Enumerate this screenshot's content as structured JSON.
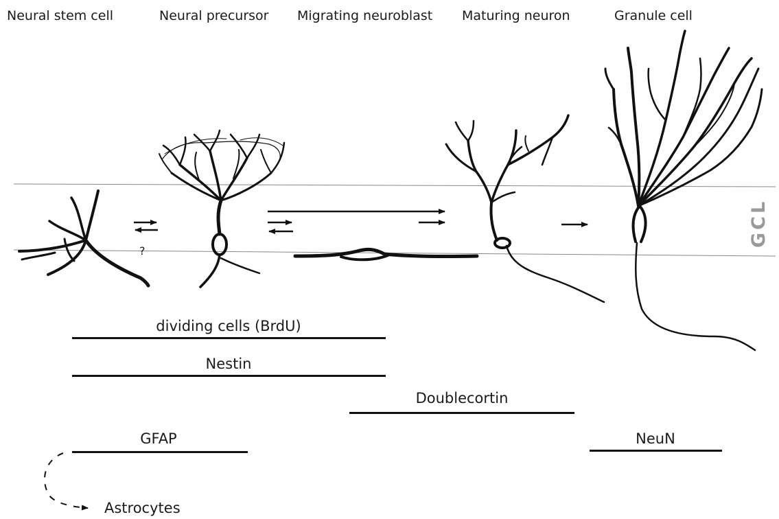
{
  "stages": [
    {
      "label": "Neural stem cell"
    },
    {
      "label": "Neural precursor"
    },
    {
      "label": "Migrating neuroblast"
    },
    {
      "label": "Maturing neuron"
    },
    {
      "label": "Granule cell"
    }
  ],
  "layer_label": "GCL",
  "uncertain_mark": "?",
  "markers": [
    {
      "label": "dividing cells (BrdU)"
    },
    {
      "label": "Nestin"
    },
    {
      "label": "Doublecortin"
    },
    {
      "label": "GFAP"
    },
    {
      "label": "NeuN"
    }
  ],
  "astrocytes_label": "Astrocytes"
}
